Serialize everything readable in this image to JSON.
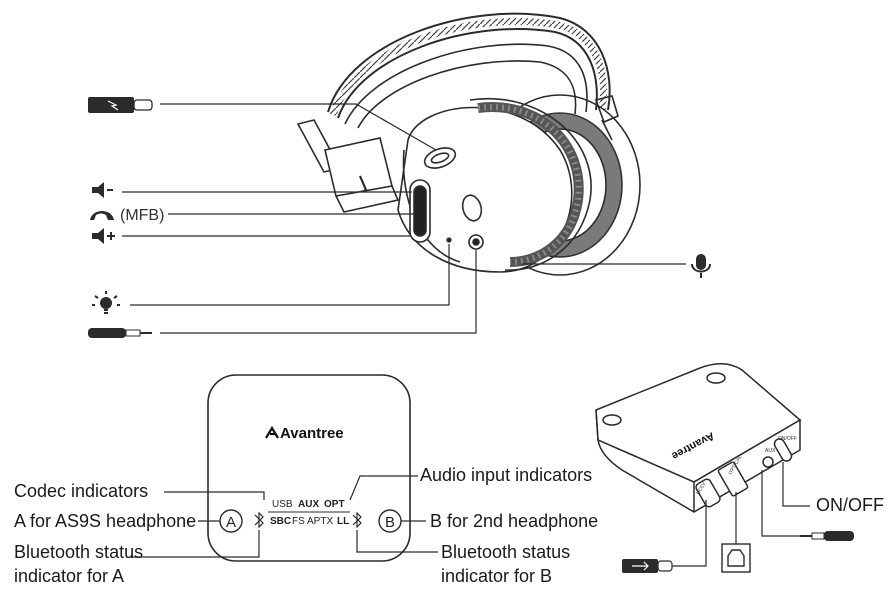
{
  "headphone": {
    "mfb_label": "(MFB)"
  },
  "transmitter_top": {
    "brand": "Avantree",
    "codec_row": [
      "SBC",
      "FS",
      "APTX",
      "LL"
    ],
    "input_row": [
      "USB",
      "AUX",
      "OPT"
    ],
    "button_a": "A",
    "button_b": "B"
  },
  "transmitter_side": {
    "brand": "Avantree",
    "port_dc": "DC5V",
    "port_optical": "OPTICAL",
    "port_aux": "AUX",
    "port_onoff": "ON/OFF"
  },
  "callouts": {
    "codec_indicators": "Codec indicators",
    "a_for_headphone": "A for AS9S headphone",
    "bt_status_a_line1": "Bluetooth status",
    "bt_status_a_line2": "indicator for A",
    "audio_input_indicators": "Audio input indicators",
    "b_for_headphone": "B for 2nd headphone",
    "bt_status_b_line1": "Bluetooth status",
    "bt_status_b_line2": "indicator for B",
    "on_off": "ON/OFF"
  },
  "colors": {
    "line": "#2b2b2b",
    "ink": "#1a1a1a",
    "cushion": "#5a5a5a"
  }
}
